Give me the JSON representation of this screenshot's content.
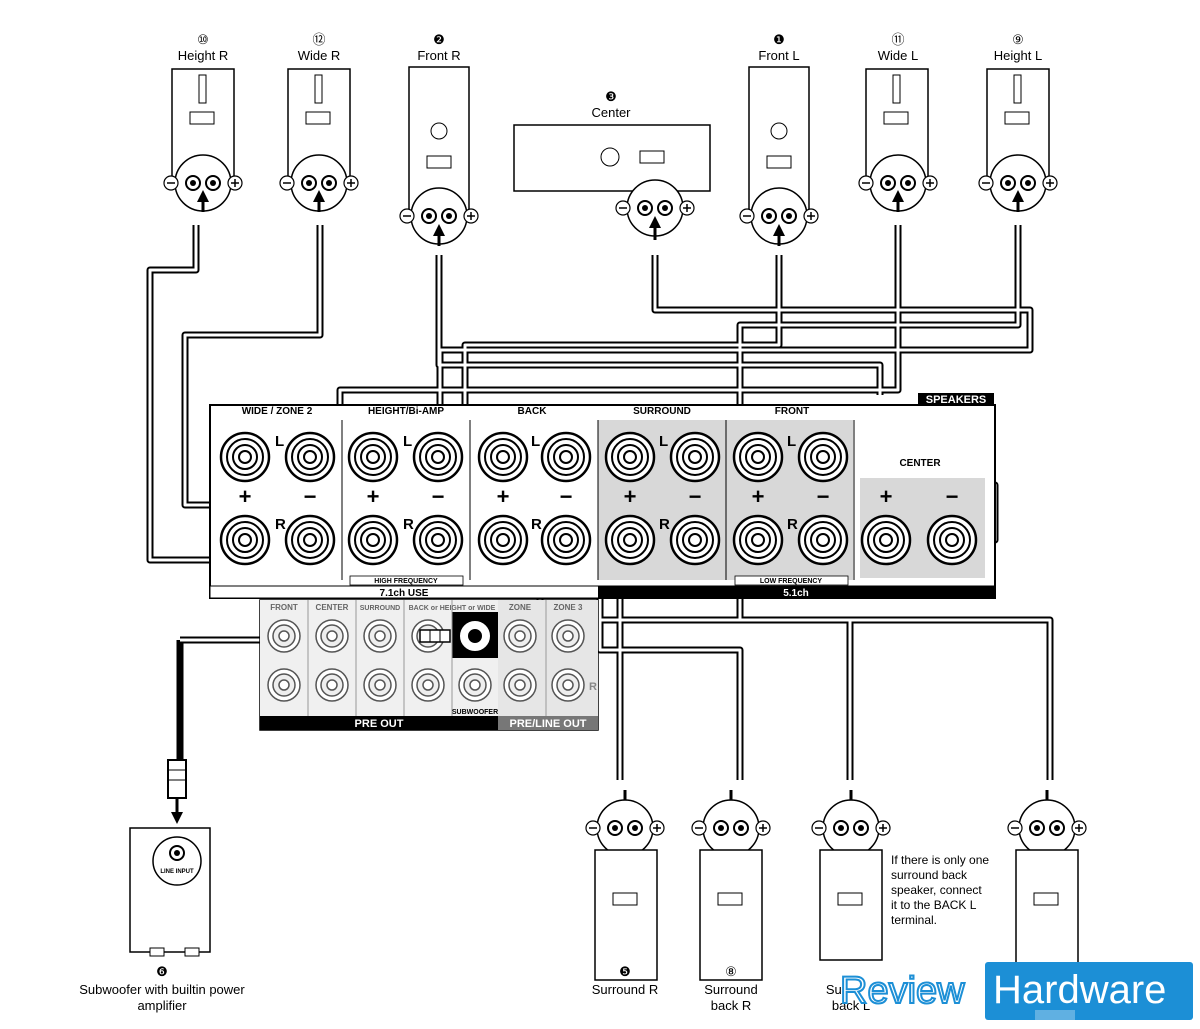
{
  "speakers_top": [
    {
      "num": "⑩",
      "name": "Height R"
    },
    {
      "num": "⑫",
      "name": "Wide R"
    },
    {
      "num": "❷",
      "name": "Front R"
    },
    {
      "num": "❸",
      "name": "Center"
    },
    {
      "num": "❶",
      "name": "Front L"
    },
    {
      "num": "⑪",
      "name": "Wide L"
    },
    {
      "num": "⑨",
      "name": "Height L"
    }
  ],
  "speakers_bottom": [
    {
      "num": "❺",
      "name_line1": "Surround R",
      "name_line2": ""
    },
    {
      "num": "⑧",
      "name_line1": "Surround",
      "name_line2": "back R"
    },
    {
      "num": "",
      "name_line1": "Sur",
      "name_line2": "back L"
    }
  ],
  "subwoofer": {
    "num": "❻",
    "line1": "Subwoofer with builtin power",
    "line2": "amplifier",
    "input_label": "LINE INPUT"
  },
  "note": {
    "line1": "If there is only one",
    "line2": "surround back",
    "line3": "speaker, connect",
    "line4": "it to the BACK L",
    "line5": "terminal."
  },
  "panel": {
    "speakers_title": "SPEAKERS",
    "groups": [
      "WIDE / ZONE 2",
      "HEIGHT/Bi-AMP",
      "BACK",
      "SURROUND",
      "FRONT",
      "CENTER"
    ],
    "left_label": "L",
    "right_label": "R",
    "plus": "+",
    "minus": "−",
    "high_frequency": "HIGH FREQUENCY",
    "low_frequency": "LOW FREQUENCY",
    "use71": "7.1ch USE",
    "ch51": "5.1ch"
  },
  "preout": {
    "labels": [
      "FRONT",
      "CENTER",
      "SURROUND",
      "BACK or HEIGHT or WIDE",
      "ZONE",
      "ZONE 3"
    ],
    "subwoofer_label": "SUBWOOFER",
    "pre_out": "PRE OUT",
    "pre_line_out": "PRE/LINE OUT",
    "r_label": "R"
  },
  "watermark": {
    "part1": "Review",
    "part2": "Hardware"
  }
}
